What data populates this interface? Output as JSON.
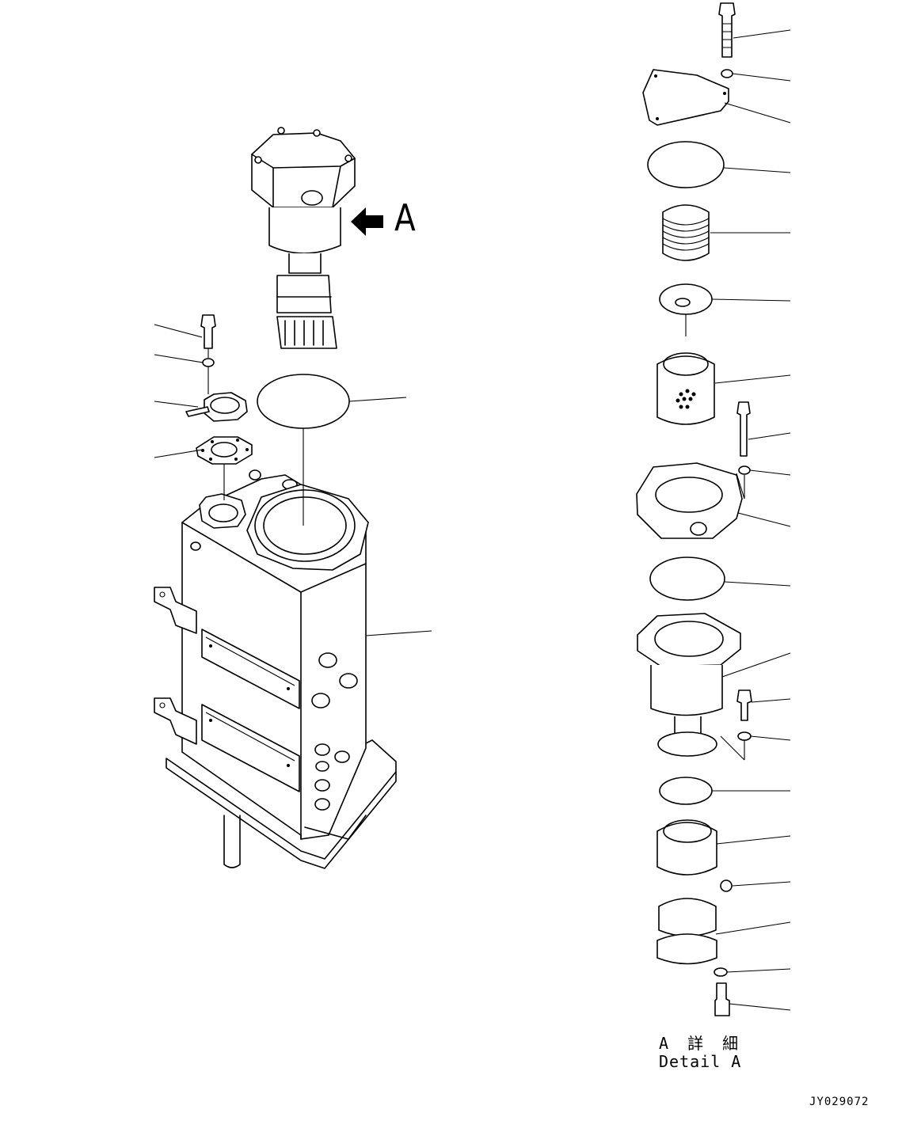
{
  "view_label": "A",
  "detail_label_jp": "A 詳 細",
  "detail_label_en": "Detail A",
  "drawing_id": "JY029072"
}
